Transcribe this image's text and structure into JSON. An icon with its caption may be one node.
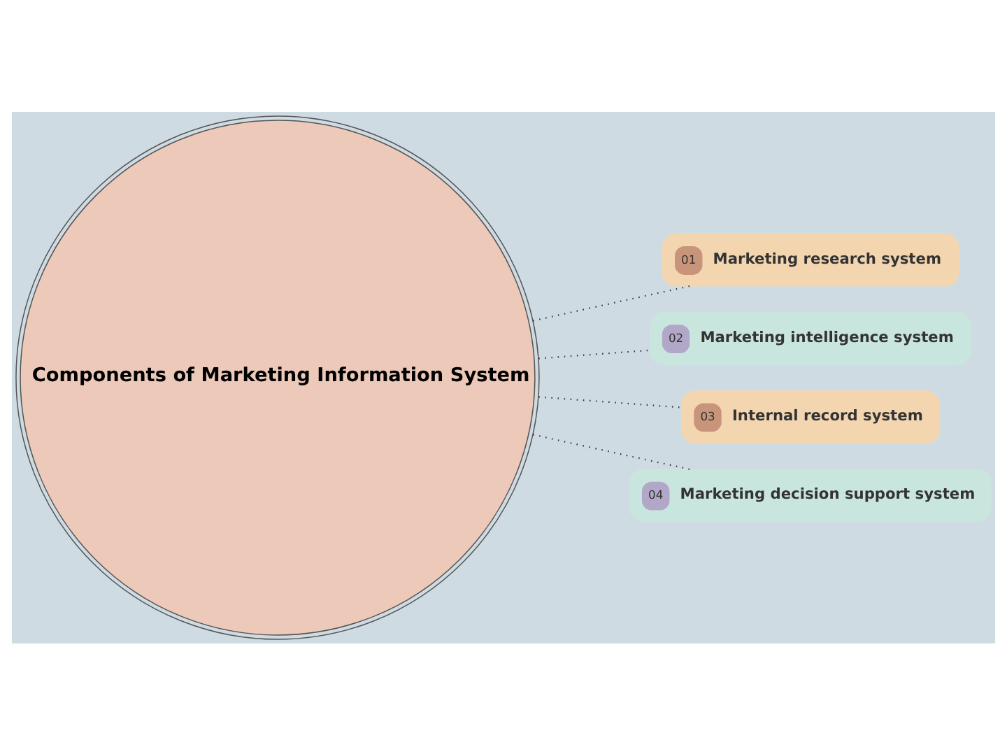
{
  "diagram": {
    "nodes": [
      {
        "text": [
          "Components of Marketing Information System"
        ]
      },
      {
        "text": [
          "01",
          "Marketing research system"
        ]
      },
      {
        "text": [
          "02",
          "Marketing intelligence system"
        ]
      },
      {
        "text": [
          "03",
          "Internal record system"
        ]
      },
      {
        "text": [
          "04",
          "Marketing decision support system"
        ]
      }
    ],
    "edges": [
      {
        "from": 0,
        "to": 1,
        "arrow": "none",
        "style": "dashed"
      },
      {
        "from": 0,
        "to": 2,
        "arrow": "none",
        "style": "dashed"
      },
      {
        "from": 0,
        "to": 3,
        "arrow": "none",
        "style": "dashed"
      },
      {
        "from": 0,
        "to": 4,
        "arrow": "none",
        "style": "dashed"
      }
    ]
  }
}
